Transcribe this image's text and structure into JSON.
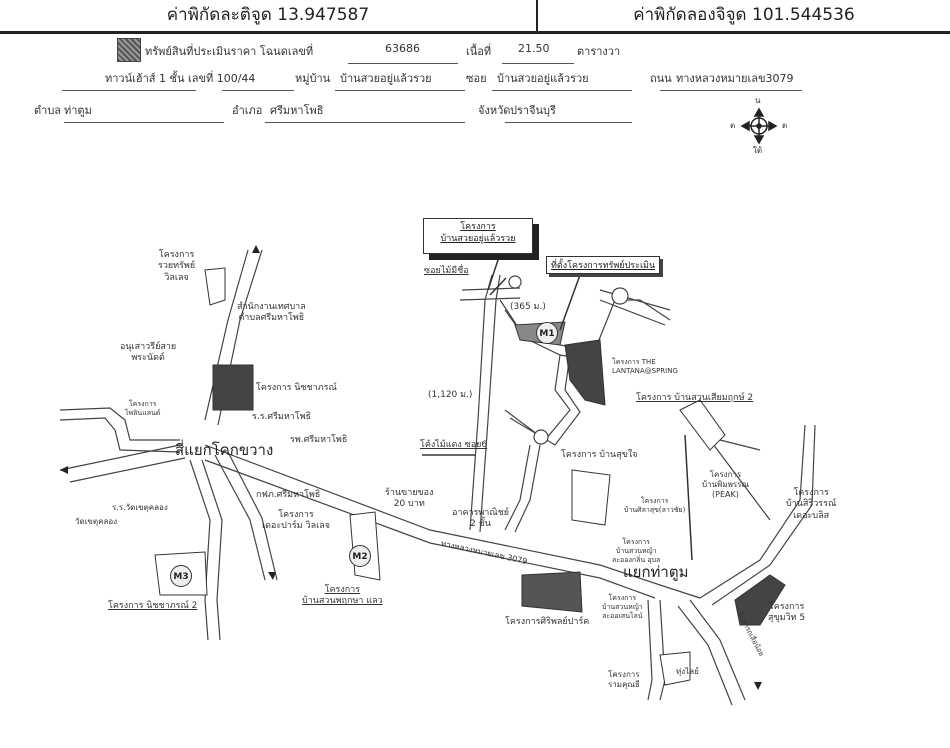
{
  "header": {
    "latitude_label": "ค่าพิกัดละติจูด 13.947587",
    "longitude_label": "ค่าพิกัดลองจิจูด 101.544536"
  },
  "property_info": {
    "appraised_label": "ทรัพย์สินที่ประเมินราคา โฉนดเลขที่",
    "deed_no": "63686",
    "area_label": "เนื้อที่",
    "area_value": "21.50",
    "area_unit": "ตารางวา",
    "type": "ทาวน์เฮ้าส์ 1 ชั้น เลขที่ 100/44",
    "village_label": "หมู่บ้าน",
    "village": "บ้านสวยอยู่แล้วรวย",
    "soi_label": "ซอย",
    "soi": "บ้านสวยอยู่แล้วรวย",
    "road_label": "ถนน",
    "road": "ทางหลวงหมายเลข3079",
    "subdistrict_label": "ตำบล",
    "subdistrict": "ท่าตูม",
    "district_label": "อำเภอ",
    "district": "ศรีมหาโพธิ",
    "province_label": "จังหวัด",
    "province": "ปราจีนบุรี"
  },
  "compass": {
    "north": "น",
    "south": "ใต้",
    "east": "ต",
    "west": "ต"
  },
  "map": {
    "subject_project": [
      "โครงการ",
      "บ้านสวยอยู่แล้วรวย"
    ],
    "subject_callout": "ที่ตั้งโครงการทรัพย์ประเมิน",
    "soi_main": "ซอยไม้มีชื่อ",
    "distance_1": "(365 ม.)",
    "distance_2": "(1,120 ม.)",
    "curve_label": "โค้งไม้แดง ซอย6",
    "junction_1": "สี่แยกโคกขวาง",
    "junction_2": "แยกท่าตูม",
    "highway_label": "ทางหลวงหมายเลข 3079",
    "markers": [
      "M1",
      "M2",
      "M3"
    ],
    "labels": {
      "raiwat": [
        "โครงการ",
        "รวยทรัพย์",
        "วิลเลจ"
      ],
      "municipal": [
        "สำนักงานเทศบาล",
        "ตำบลศรีมหาโพธิ"
      ],
      "monument": [
        "อนุเสาวรีย์สาย",
        "พระนัดด์"
      ],
      "school_proj": [
        "โครงการ",
        "ไพลินแลนด์"
      ],
      "nichaporn": "โครงการ นิชชาภรณ์",
      "school": "ร.ร.ศรีมหาโพธิ",
      "hospital": "รพ.ศรีมหาโพธิ",
      "wat_school": "ร.ร.วัดเขตุคลอง",
      "wat": "วัดเขตุคลอง",
      "electric": "กฟภ.ศรีมหาโพธิ",
      "dream": [
        "โครงการ",
        "เดอะปาร์ม วิลเลจ"
      ],
      "shop20": [
        "ร้านขายของ",
        "20 บาท"
      ],
      "commercial": [
        "อาคารพาณิชย์",
        "2 ชั้น"
      ],
      "lantana": [
        "โครงการ THE",
        "LANTANA@SPRING"
      ],
      "suanbua": "โครงการ บ้านสวนเสียมฤกษ์ 2",
      "sukjai": "โครงการ บ้านสุขใจ",
      "peak": [
        "โครงการ",
        "บ้านพิมพรรณ",
        "(PEAK)"
      ],
      "siriporn": [
        "โครงการ",
        "บ้านสิริวรรณ์",
        "เดอะบลิส"
      ],
      "sukhumvit": [
        "โครงการ",
        "สุขุมวิท 5"
      ],
      "cv_project": "โครงการศิริพลย์ปาร์ค",
      "m3_proj": "โครงการ นิชชาภรณ์ 2",
      "m2_proj": [
        "โครงการ",
        "บ้านสวนพฤกษา แลว"
      ],
      "rancha": [
        "โครงการ",
        "รามคุณธี"
      ],
      "market": "ทุ่งไลย์",
      "small_proj1": [
        "โครงการ",
        "บ้านศิลาสุข(ลาวชัย)"
      ],
      "small_proj2": [
        "โครงการ",
        "บ้านสวนหญ้า",
        "ละอองกลิ่น อุบล"
      ],
      "small_proj3": [
        "โครงการ",
        "บ้านสวนหญ้า",
        "ละออเสนไลน์"
      ],
      "ramp": "ไปท่ารถเสือน้อย"
    }
  }
}
